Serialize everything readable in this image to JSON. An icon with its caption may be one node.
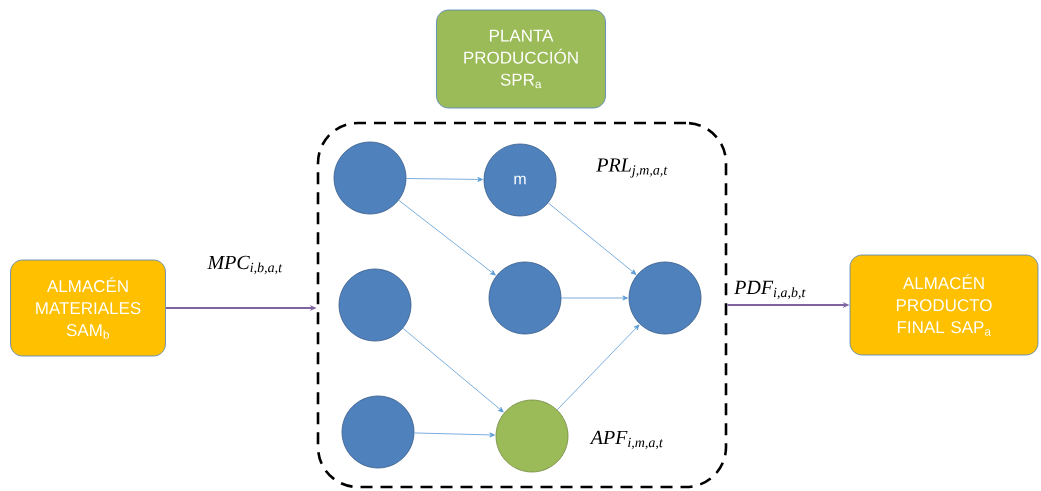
{
  "diagram": {
    "nodes": [
      {
        "text": [
          "PLANTA PRODUCCIÓN SPR$_{a}$"
        ]
      },
      {
        "text": [],
        "shape": "box"
      },
      {
        "text": [
          "ALMACÉN MATERIALES SAM$_{b}$"
        ]
      },
      {
        "text": [
          "ALMACÉN PRODUCTO FINAL SAP$_{a}$"
        ]
      },
      {
        "text": [],
        "shape": "circle",
        "in": 1
      },
      {
        "text": [],
        "shape": "circle",
        "in": 1
      },
      {
        "text": [],
        "shape": "circle",
        "in": 1
      },
      {
        "text": [
          "m"
        ],
        "in": 1,
        "beside": [
          "PRL$_{j,m,a,t}$"
        ]
      },
      {
        "text": [],
        "shape": "circle",
        "in": 1
      },
      {
        "text": [],
        "shape": "circle",
        "in": 1,
        "beside": [
          "APF$_{i,m,a,t}$"
        ]
      },
      {
        "text": [],
        "shape": "circle",
        "in": 1
      }
    ],
    "edges": [
      {
        "from": 2,
        "to": 1,
        "arrow": "to",
        "label": "MPC$_{i,b,a,t}$",
        "color": "#8064a2"
      },
      {
        "from": 1,
        "to": 3,
        "arrow": "to",
        "label": "PDF$_{i,a,b,t}$",
        "color": "#8064a2"
      },
      {
        "from": 4,
        "to": 7,
        "arrow": "to"
      },
      {
        "from": 4,
        "to": 8,
        "arrow": "to"
      },
      {
        "from": 5,
        "to": 9,
        "arrow": "to"
      },
      {
        "from": 6,
        "to": 9,
        "arrow": "to"
      },
      {
        "from": 7,
        "to": 10,
        "arrow": "to"
      },
      {
        "from": 8,
        "to": 10,
        "arrow": "to"
      },
      {
        "from": 9,
        "to": 10,
        "arrow": "to"
      }
    ]
  }
}
